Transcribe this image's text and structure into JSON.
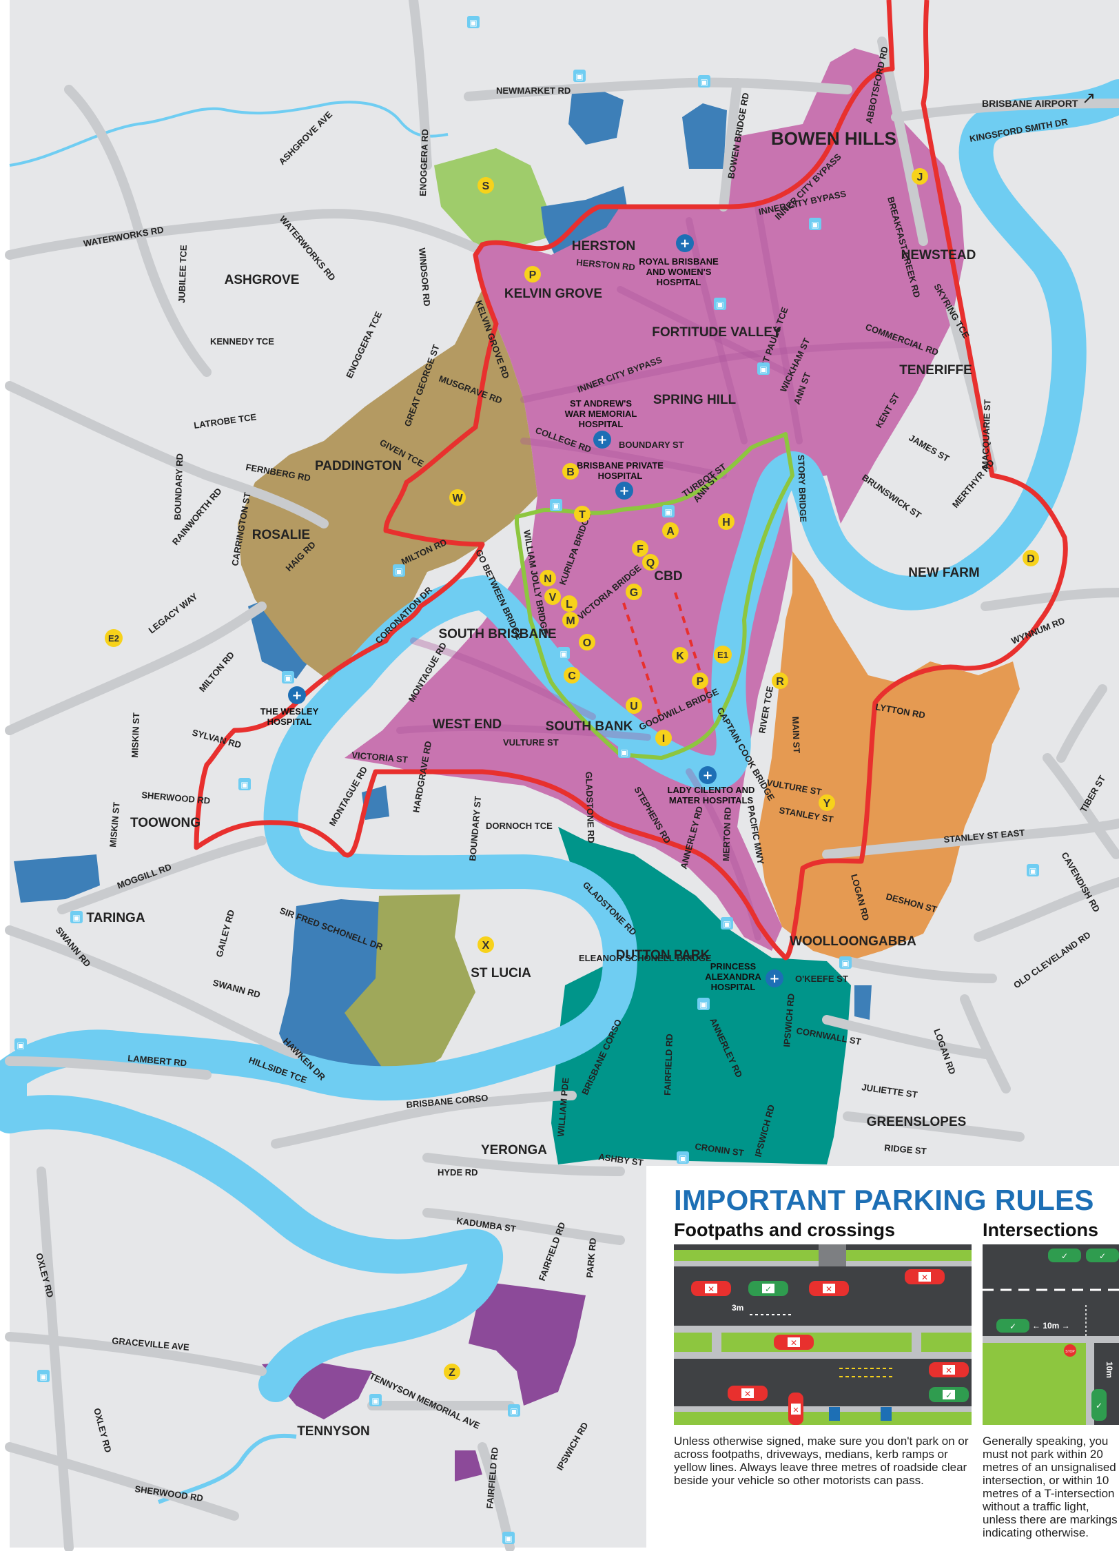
{
  "colors": {
    "land": "#e6e7e9",
    "road": "#c9cbce",
    "river": "#6fcdf2",
    "boundary": "#e8302e",
    "green_route": "#8dc63f",
    "zone_inner": "#c874b0",
    "zone_west": "#b49a62",
    "zone_east": "#e59a52",
    "zone_south": "#00958a",
    "zone_tennyson": "#8c4a99",
    "campus": "#3d7fb8",
    "park": "#9fcc6b",
    "pin": "#f7d21b",
    "heading_blue": "#1d6fb5",
    "hospital_icon": "#1d6fb5"
  },
  "suburbs": [
    "BOWEN HILLS",
    "HERSTON",
    "NEWSTEAD",
    "KELVIN GROVE",
    "FORTITUDE VALLEY",
    "ASHGROVE",
    "SPRING HILL",
    "TENERIFFE",
    "PADDINGTON",
    "ROSALIE",
    "CBD",
    "NEW FARM",
    "SOUTH BRISBANE",
    "WEST END",
    "SOUTH BANK",
    "TOOWONG",
    "TARINGA",
    "ST LUCIA",
    "DUTTON PARK",
    "WOOLLOONGABBA",
    "GREENSLOPES",
    "YERONGA",
    "TENNYSON"
  ],
  "hospitals": {
    "rbwh": [
      "ROYAL BRISBANE",
      "AND WOMEN'S",
      "HOSPITAL"
    ],
    "st_andrews": [
      "ST ANDREW'S",
      "WAR MEMORIAL",
      "HOSPITAL"
    ],
    "brisbane_private": [
      "BRISBANE PRIVATE",
      "HOSPITAL"
    ],
    "wesley": [
      "THE WESLEY",
      "HOSPITAL"
    ],
    "lady_cilento": [
      "LADY CILENTO AND",
      "MATER HOSPITALS"
    ],
    "princess_alexandra": [
      "PRINCESS",
      "ALEXANDRA",
      "HOSPITAL"
    ]
  },
  "airport": "BRISBANE AIRPORT",
  "roads": {
    "newmarket": "NEWMARKET RD",
    "bowen_bridge": "BOWEN BRIDGE RD",
    "abbotsford": "ABBOTSFORD RD",
    "kingsford": "KINGSFORD SMITH DR",
    "ashgrove_ave": "ASHGROVE AVE",
    "enoggera": "ENOGGERA RD",
    "waterworks1": "WATERWORKS RD",
    "waterworks2": "WATERWORKS RD",
    "windsor": "WINDSOR RD",
    "jubilee": "JUBILEE TCE",
    "kennedy": "KENNEDY TCE",
    "enoggera_tce": "ENOGGERA TCE",
    "great_george": "GREAT GEORGE ST",
    "musgrave": "MUSGRAVE RD",
    "kelvin_grove": "KELVIN GROVE RD",
    "herston": "HERSTON RD",
    "inner_city_bypass1": "INNER CITY BYPASS",
    "inner_city_bypass2": "INNER CITY BYPASS",
    "inner_city_bypass3": "INNER CITY BYPASS",
    "breakfast_creek": "BREAKFAST CREEK RD",
    "st_pauls": "ST PAULS TCE",
    "wickham": "WICKHAM ST",
    "commercial": "COMMERCIAL RD",
    "skyring": "SKYRING TCE",
    "ann1": "ANN ST",
    "ann2": "ANN ST",
    "latrobe": "LATROBE TCE",
    "given": "GIVEN TCE",
    "college": "COLLEGE RD",
    "boundary_st": "BOUNDARY ST",
    "kent": "KENT ST",
    "james": "JAMES ST",
    "macquarie": "MACQUARIE ST",
    "fernberg": "FERNBERG RD",
    "boundary_rd": "BOUNDARY RD",
    "brunswick": "BRUNSWICK ST",
    "merthyr": "MERTHYR RD",
    "story_bridge": "STORY BRIDGE",
    "turbot": "TURBOT ST",
    "rainworth": "RAINWORTH RD",
    "carrington": "CARRINGTON ST",
    "haig": "HAIG RD",
    "milton_rd": "MILTON RD",
    "william_jolly": "WILLIAM JOLLY BRIDGE",
    "go_between": "GO BETWEEN BRIDGE",
    "legacy_way": "LEGACY WAY",
    "kurilpa": "KURILPA BRIDGE",
    "victoria_bridge": "VICTORIA BRIDGE",
    "coronation": "CORONATION DR",
    "wynnum": "WYNNUM RD",
    "milton_rd2": "MILTON RD",
    "montague": "MONTAGUE RD",
    "goodwill": "GOODWILL BRIDGE",
    "captain_cook": "CAPTAIN COOK BRIDGE",
    "lytton": "LYTTON RD",
    "river_tce": "RIVER TCE",
    "main": "MAIN ST",
    "sylvan": "SYLVAN RD",
    "miskin1": "MISKIN ST",
    "vulture1": "VULTURE ST",
    "vulture2": "VULTURE ST",
    "victoria_st": "VICTORIA ST",
    "hardgrave": "HARDGRAVE RD",
    "tiber": "TIBER ST",
    "sherwood": "SHERWOOD RD",
    "boundary_st2": "BOUNDARY ST",
    "gladstone": "GLADSTONE RD",
    "stephens": "STEPHENS RD",
    "stanley": "STANLEY ST",
    "montague2": "MONTAGUE RD",
    "dornoch": "DORNOCH TCE",
    "annerley1": "ANNERLEY RD",
    "merton": "MERTON RD",
    "pacific": "PACIFIC MWY",
    "stanley_east": "STANLEY ST EAST",
    "cavendish": "CAVENDISH RD",
    "miskin2": "MISKIN ST",
    "moggill": "MOGGILL RD",
    "logan1": "LOGAN RD",
    "deshon": "DESHON ST",
    "sir_fred": "SIR FRED SCHONELL DR",
    "gailey": "GAILEY RD",
    "gladstone2": "GLADSTONE RD",
    "swann1": "SWANN RD",
    "eleanor": "ELEANOR SCHONELL BRIDGE",
    "okeefe": "O'KEEFE ST",
    "old_cleveland": "OLD CLEVELAND RD",
    "swann2": "SWANN RD",
    "logan2": "LOGAN RD",
    "ipswich1": "IPSWICH RD",
    "cornwall": "CORNWALL ST",
    "annerley2": "ANNERLEY RD",
    "lambert": "LAMBERT RD",
    "brisbane_corso1": "BRISBANE CORSO",
    "hawken": "HAWKEN DR",
    "hillside": "HILLSIDE TCE",
    "fairfield": "FAIRFIELD RD",
    "juliette": "JULIETTE ST",
    "brisbane_corso2": "BRISBANE CORSO",
    "william": "WILLIAM PDE",
    "ipswich2": "IPSWICH RD",
    "cronin": "CRONIN ST",
    "ridge": "RIDGE ST",
    "ashby": "ASHBY ST",
    "hyde": "HYDE RD",
    "kadumba": "KADUMBA ST",
    "oxley1": "OXLEY RD",
    "fairfield2": "FAIRFIELD RD",
    "park": "PARK RD",
    "graceville": "GRACEVILLE AVE",
    "tennyson_mem": "TENNYSON MEMORIAL AVE",
    "oxley2": "OXLEY RD",
    "ipswich3": "IPSWICH RD",
    "fairfield3": "FAIRFIELD RD",
    "sherwood2": "SHERWOOD RD"
  },
  "pins": [
    "S",
    "J",
    "P",
    "B",
    "W",
    "T",
    "A",
    "H",
    "F",
    "Q",
    "N",
    "V",
    "L",
    "M",
    "G",
    "O",
    "D",
    "E2",
    "C",
    "K",
    "E1",
    "P",
    "R",
    "U",
    "I",
    "Y",
    "X",
    "Z"
  ],
  "parking_rules": {
    "heading": "IMPORTANT PARKING RULES",
    "footpaths_title": "Footpaths and crossings",
    "intersections_title": "Intersections",
    "footpaths_text": "Unless otherwise signed, make sure you don't park on or across footpaths, driveways, medians, kerb ramps or yellow lines. Always leave three metres of roadside clear beside your vehicle so other motorists can pass.",
    "intersections_text": "Generally speaking, you must not park within 20 metres of an unsignalised intersection, or within 10 metres of a T-intersection without a traffic light, unless there are markings indicating otherwise.",
    "label_3m": "3m",
    "label_10m_h": "← 10m →",
    "label_10m_v": "10m",
    "stop_label": "STOP"
  }
}
